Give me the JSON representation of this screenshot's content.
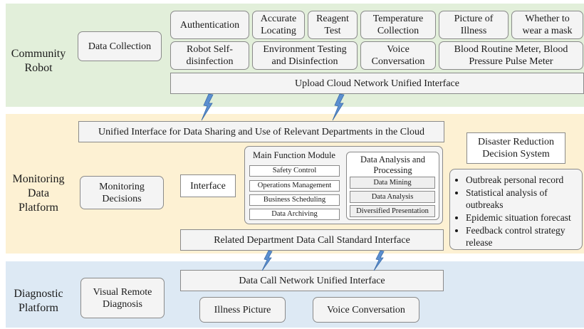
{
  "community": {
    "label": "Community\nRobot",
    "data_collection": "Data Collection",
    "items": [
      "Authentication",
      "Accurate Locating",
      "Reagent Test",
      "Temperature Collection",
      "Picture of Illness",
      "Whether to wear a mask",
      "Robot Self-disinfection",
      "Environment Testing and Disinfection",
      "Voice Conversation",
      "Blood Routine Meter, Blood Pressure Pulse Meter"
    ],
    "upload_interface": "Upload Cloud Network Unified Interface"
  },
  "monitoring": {
    "label": "Monitoring\nData\nPlatform",
    "unified_interface": "Unified Interface for Data Sharing and Use of Relevant Departments in the Cloud",
    "monitoring_decisions": "Monitoring Decisions",
    "interface": "Interface",
    "main_module": {
      "title": "Main Function Module",
      "items": [
        "Safety Control",
        "Operations Management",
        "Business Scheduling",
        "Data Archiving"
      ]
    },
    "analysis": {
      "title": "Data Analysis and Processing",
      "items": [
        "Data Mining",
        "Data Analysis",
        "Diversified Presentation"
      ]
    },
    "related_interface": "Related Department Data Call Standard Interface",
    "disaster": {
      "title": "Disaster Reduction Decision System",
      "items": [
        "Outbreak personal record",
        "Statistical analysis of outbreaks",
        "Epidemic situation forecast",
        "Feedback control strategy release"
      ]
    }
  },
  "diagnostic": {
    "label": "Diagnostic\nPlatform",
    "visual_remote": "Visual Remote Diagnosis",
    "data_call": "Data Call Network Unified Interface",
    "illness_picture": "Illness Picture",
    "voice": "Voice Conversation"
  },
  "colors": {
    "community_band": "#e2efda",
    "monitoring_band": "#fdf1d3",
    "diagnostic_band": "#dde9f4",
    "connector": "#5b8fd0"
  }
}
